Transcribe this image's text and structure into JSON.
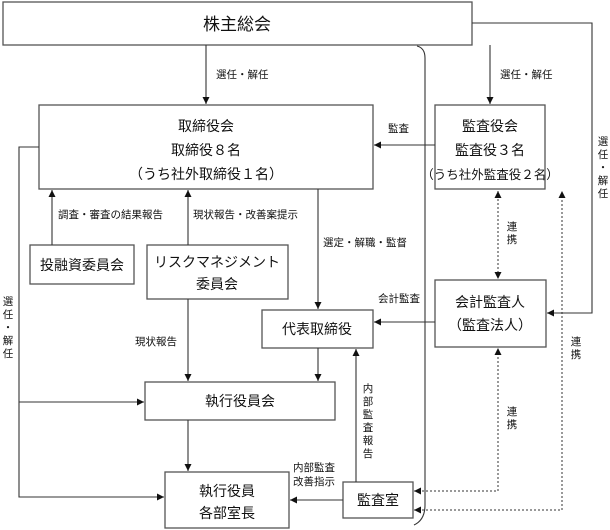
{
  "nodes": {
    "shareholders_meeting": [
      "株主総会"
    ],
    "board_of_directors": [
      "取締役会",
      "取締役８名",
      "（うち社外取締役１名）"
    ],
    "audit_board": [
      "監査役会",
      "監査役３名",
      "（うち社外監査役２名）"
    ],
    "investment_committee": [
      "投融資委員会"
    ],
    "risk_committee": [
      "リスクマネジメント",
      "委員会"
    ],
    "representative_director": [
      "代表取締役"
    ],
    "accounting_auditor": [
      "会計監査人",
      "（監査法人）"
    ],
    "executive_officers_meeting": [
      "執行役員会"
    ],
    "executive_officers_heads": [
      "執行役員",
      "各部室長"
    ],
    "audit_office": [
      "監査室"
    ]
  },
  "edge_labels": {
    "elect_dismiss_board": "選任・解任",
    "elect_dismiss_audit": "選任・解任",
    "elect_dismiss_accounting_vertical": [
      "選",
      "任",
      "・",
      "解",
      "任"
    ],
    "elect_dismiss_exec_vertical": [
      "選",
      "任",
      "・",
      "解",
      "任"
    ],
    "audit": "監査",
    "investigation_report": "調査・審査の結果報告",
    "status_report_improvement": "現状報告・改善案提示",
    "appoint_dismiss_supervise": "選定・解職・監督",
    "accounting_audit": "会計監査",
    "status_report": "現状報告",
    "cooperation_1": [
      "連",
      "携"
    ],
    "cooperation_2": [
      "連",
      "携"
    ],
    "cooperation_3": [
      "連",
      "携"
    ],
    "internal_audit_report": [
      "内",
      "部",
      "監",
      "査",
      "報",
      "告"
    ],
    "internal_audit_instruction": [
      "内部監査",
      "改善指示"
    ]
  }
}
